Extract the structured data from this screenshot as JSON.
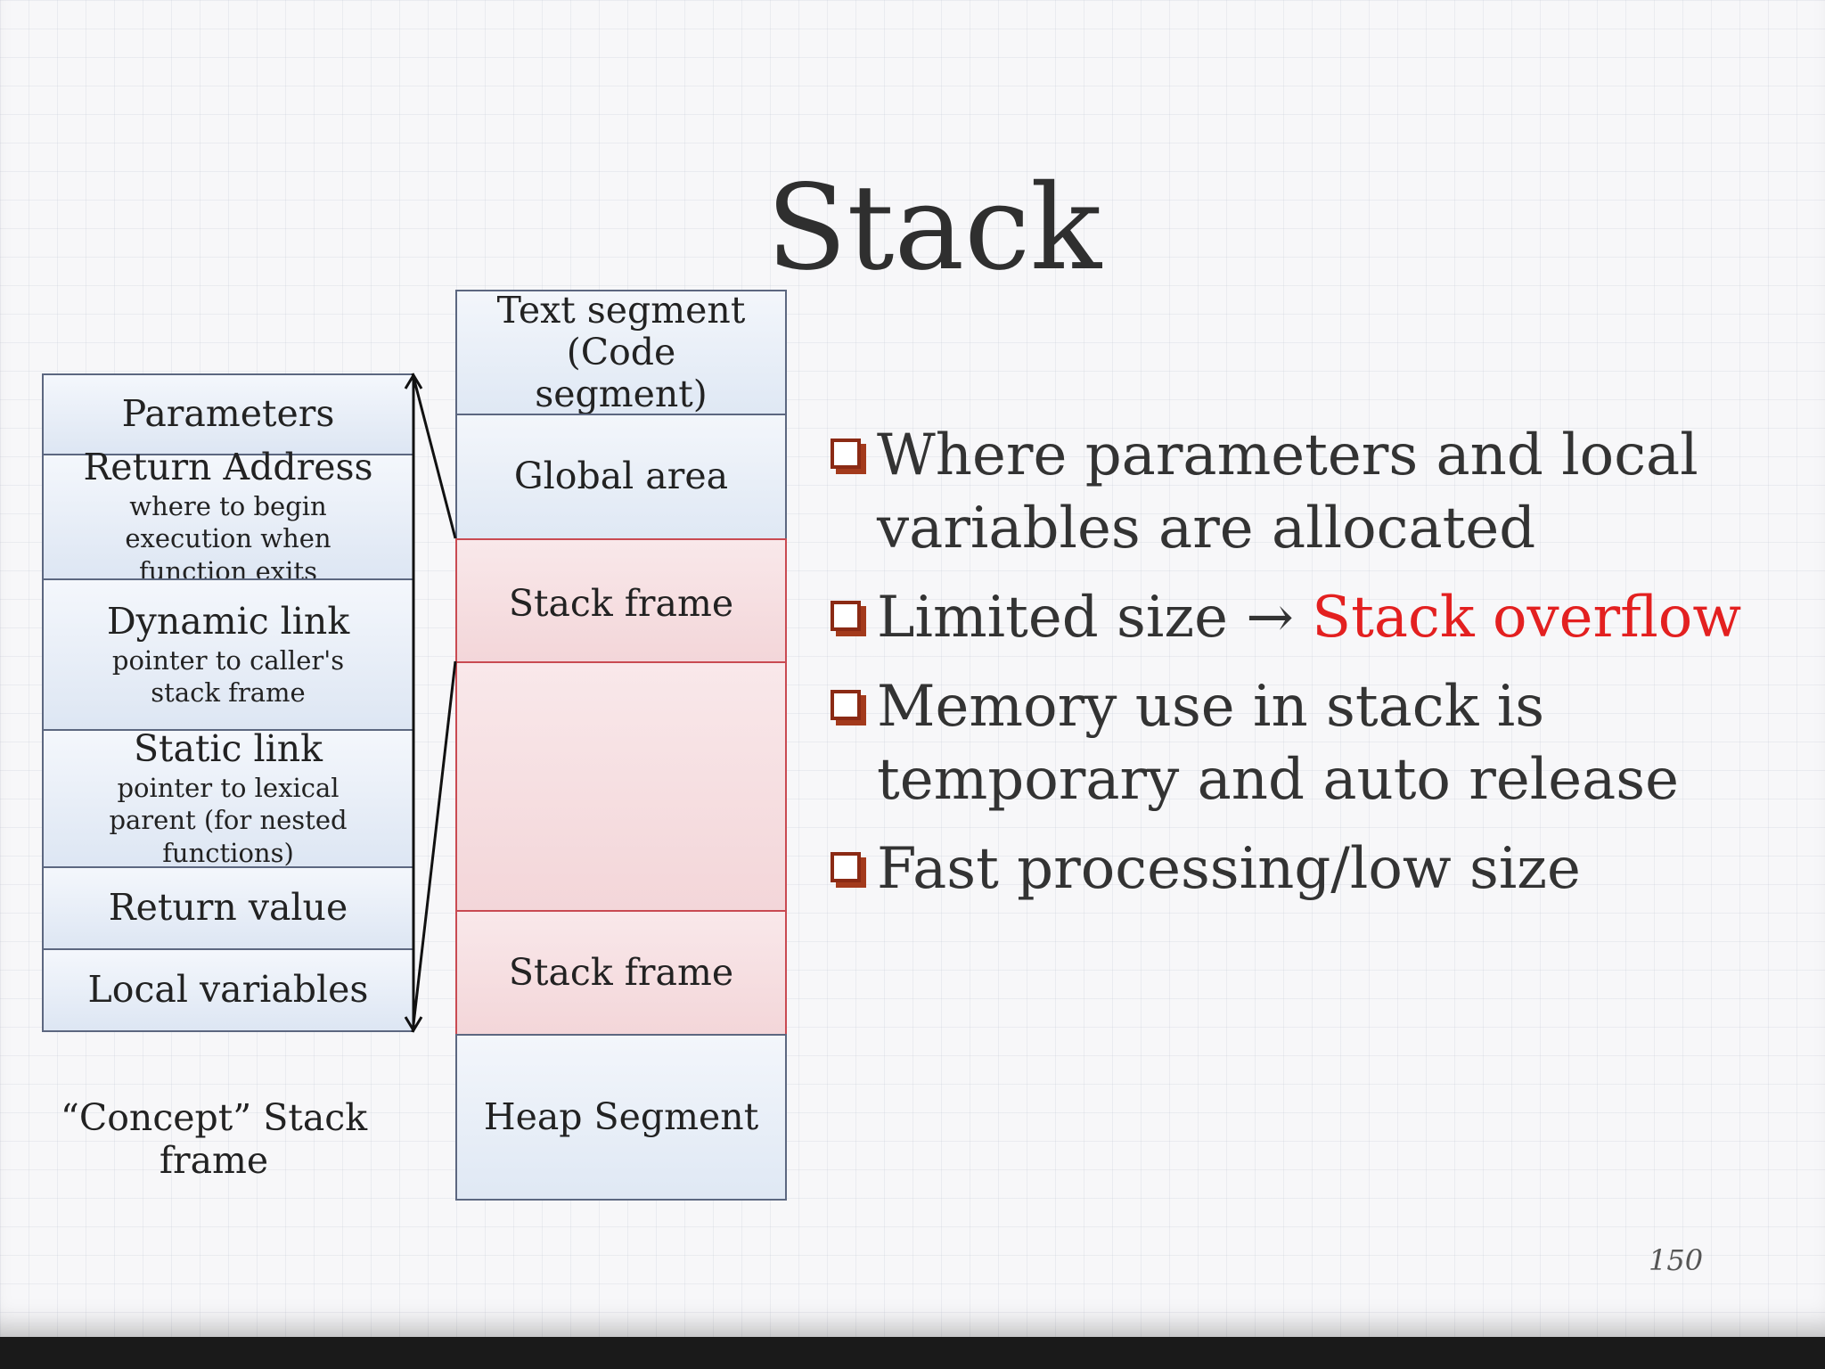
{
  "title": "Stack",
  "concept_frame": {
    "items": [
      {
        "main": "Parameters",
        "sub": ""
      },
      {
        "main": "Return Address",
        "sub": "where to begin execution when function exits"
      },
      {
        "main": "Dynamic link",
        "sub": "pointer to caller's stack frame"
      },
      {
        "main": "Static link",
        "sub": "pointer to lexical parent (for nested functions)"
      },
      {
        "main": "Return value",
        "sub": ""
      },
      {
        "main": "Local variables",
        "sub": ""
      }
    ],
    "caption": "“Concept” Stack frame"
  },
  "memory_layout": {
    "segments": [
      {
        "label": "Text segment (Code segment)",
        "style": "normal"
      },
      {
        "label": "Global area",
        "style": "normal"
      },
      {
        "label": "Stack frame",
        "style": "red"
      },
      {
        "label": "",
        "style": "red"
      },
      {
        "label": "Stack frame",
        "style": "red"
      },
      {
        "label": "Heap Segment",
        "style": "normal"
      }
    ]
  },
  "bullets": [
    {
      "text": "Where parameters and local variables are allocated",
      "highlight": ""
    },
    {
      "text": "Limited size → ",
      "highlight": "Stack overflow"
    },
    {
      "text": "Memory use in stack is temporary  and auto release",
      "highlight": ""
    },
    {
      "text": "Fast processing/low size",
      "highlight": ""
    }
  ],
  "page_number": "150",
  "colors": {
    "accent_red": "#e32020",
    "bullet_box": "#8b2a14",
    "cell_border": "#5c6780",
    "stack_border": "#c94a52"
  }
}
